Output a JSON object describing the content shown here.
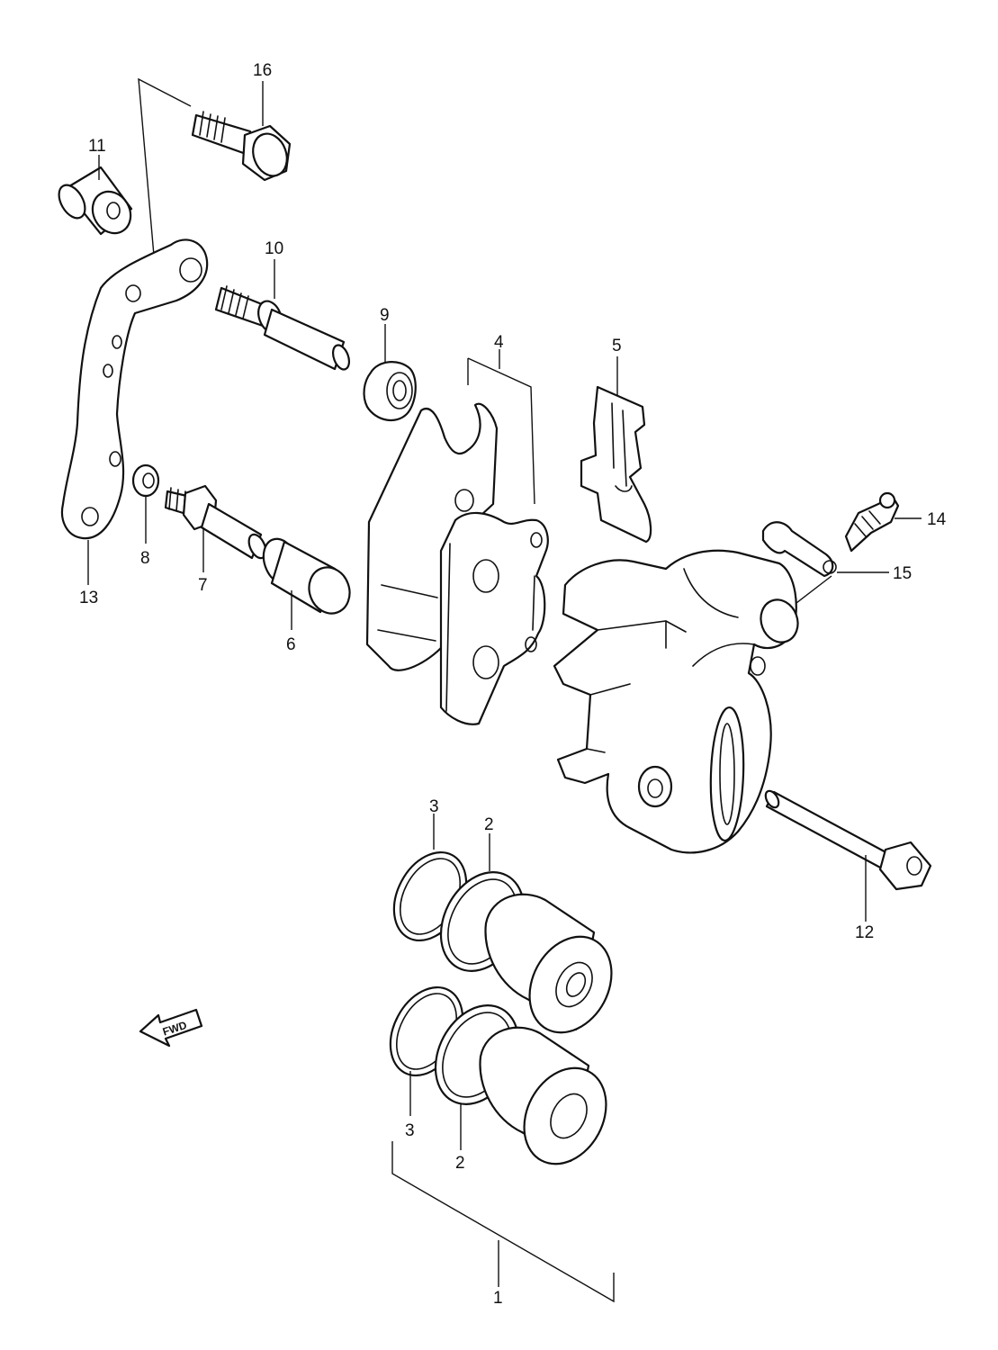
{
  "callouts": [
    {
      "id": "1",
      "label": "1"
    },
    {
      "id": "2a",
      "label": "2"
    },
    {
      "id": "2b",
      "label": "2"
    },
    {
      "id": "3a",
      "label": "3"
    },
    {
      "id": "3b",
      "label": "3"
    },
    {
      "id": "4",
      "label": "4"
    },
    {
      "id": "5",
      "label": "5"
    },
    {
      "id": "6",
      "label": "6"
    },
    {
      "id": "7",
      "label": "7"
    },
    {
      "id": "8",
      "label": "8"
    },
    {
      "id": "9",
      "label": "9"
    },
    {
      "id": "10",
      "label": "10"
    },
    {
      "id": "11",
      "label": "11"
    },
    {
      "id": "12",
      "label": "12"
    },
    {
      "id": "13",
      "label": "13"
    },
    {
      "id": "14",
      "label": "14"
    },
    {
      "id": "15",
      "label": "15"
    },
    {
      "id": "16",
      "label": "16"
    }
  ],
  "fwd_arrow": {
    "label": "FWD",
    "icon": "fwd-arrow-icon"
  }
}
